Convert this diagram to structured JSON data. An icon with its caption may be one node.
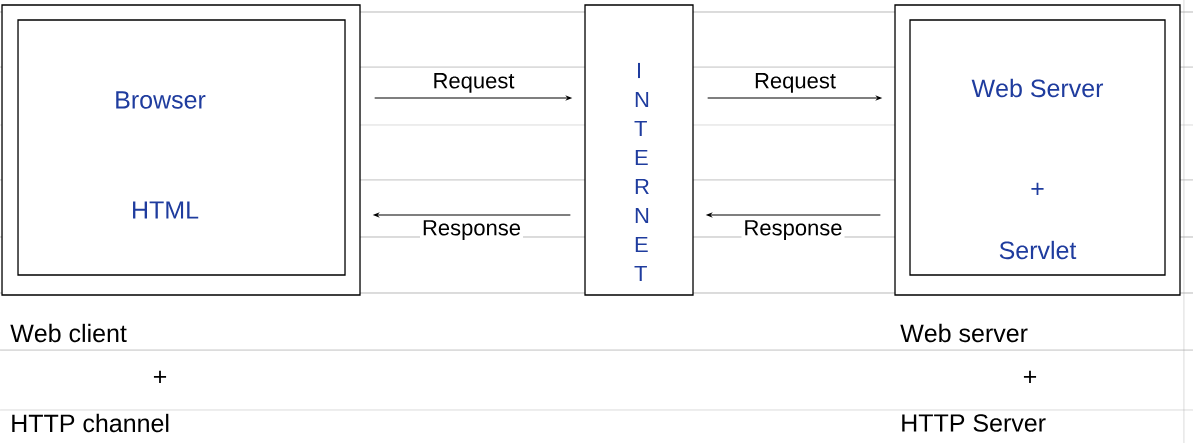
{
  "diagram": {
    "nodes": [
      {
        "text": [],
        "shape": "box",
        "beside": [
          "Web client",
          "+",
          "HTTP channel"
        ]
      },
      {
        "text": [
          "Browser",
          "HTML"
        ],
        "in": 0
      },
      {
        "text": [
          "INTERNET"
        ]
      },
      {
        "text": [],
        "shape": "box",
        "beside": [
          "Web server",
          "+",
          "HTTP Server"
        ]
      },
      {
        "text": [
          "Web Server",
          "+",
          "Servlet"
        ],
        "in": 3
      }
    ],
    "edges": [
      {
        "from": 0,
        "to": 2,
        "arrow": "to",
        "label": "Request"
      },
      {
        "from": 2,
        "to": 0,
        "arrow": "to",
        "label": "Response"
      },
      {
        "from": 2,
        "to": 3,
        "arrow": "to",
        "label": "Request"
      },
      {
        "from": 3,
        "to": 2,
        "arrow": "to",
        "label": "Response"
      }
    ]
  }
}
